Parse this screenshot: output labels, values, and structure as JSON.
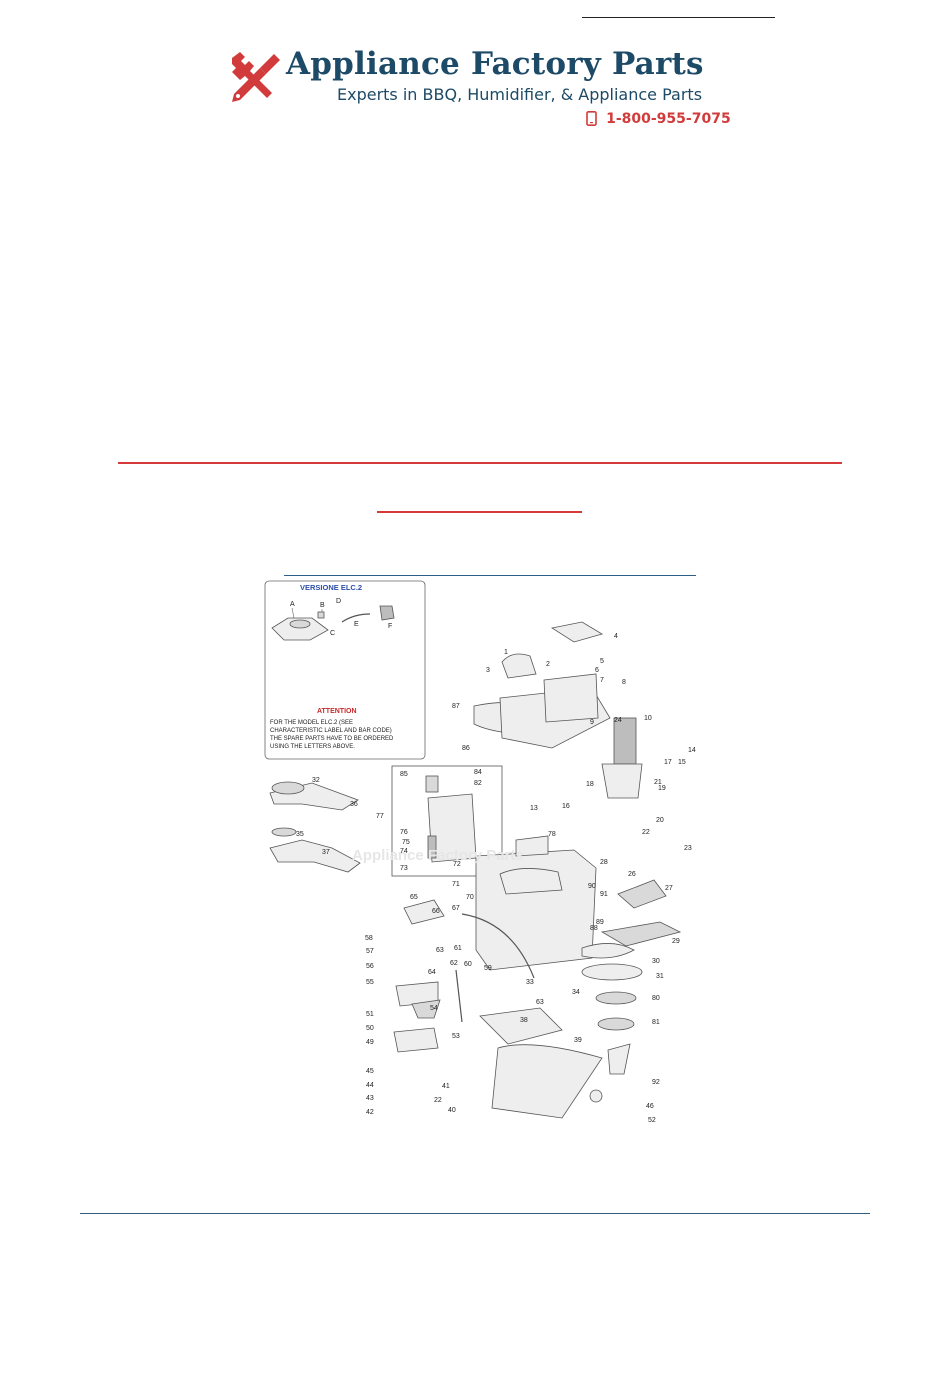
{
  "brand": {
    "name": "Appliance Factory Parts",
    "tagline": "Experts in BBQ, Humidifier, & Appliance Parts",
    "phone": "1-800-955-7075",
    "colors": {
      "navy": "#1d4a66",
      "red": "#d23b3b"
    },
    "logo_icon": "wrench-screwdriver-icon",
    "phone_icon": "mobile-phone-icon"
  },
  "diagram": {
    "inset": {
      "title": "VERSIONE ELC.2",
      "letters": [
        "A",
        "B",
        "C",
        "D",
        "E",
        "F"
      ],
      "attention_title": "ATTENTION",
      "attention_lines": [
        "FOR THE MODEL  ELC.2    (SEE",
        "CHARACTERISTIC LABEL AND BAR CODE)",
        "THE SPARE PARTS HAVE TO BE ORDERED",
        "USING THE LETTERS ABOVE."
      ]
    },
    "watermark": "Appliance Factory Parts",
    "part_numbers": [
      "1",
      "2",
      "3",
      "4",
      "5",
      "6",
      "7",
      "8",
      "87",
      "9",
      "24",
      "10",
      "86",
      "14",
      "15",
      "17",
      "21",
      "13",
      "16",
      "18",
      "19",
      "20",
      "22",
      "85",
      "84",
      "82",
      "77",
      "76",
      "75",
      "74",
      "73",
      "78",
      "23",
      "72",
      "28",
      "26",
      "27",
      "71",
      "90",
      "91",
      "65",
      "66",
      "67",
      "70",
      "89",
      "88",
      "29",
      "58",
      "63",
      "61",
      "57",
      "62",
      "60",
      "59",
      "30",
      "56",
      "64",
      "33",
      "31",
      "55",
      "34",
      "54",
      "63",
      "80",
      "38",
      "53",
      "51",
      "50",
      "81",
      "49",
      "39",
      "45",
      "92",
      "44",
      "41",
      "22",
      "43",
      "46",
      "42",
      "40",
      "52",
      "32",
      "36",
      "35",
      "37"
    ]
  }
}
